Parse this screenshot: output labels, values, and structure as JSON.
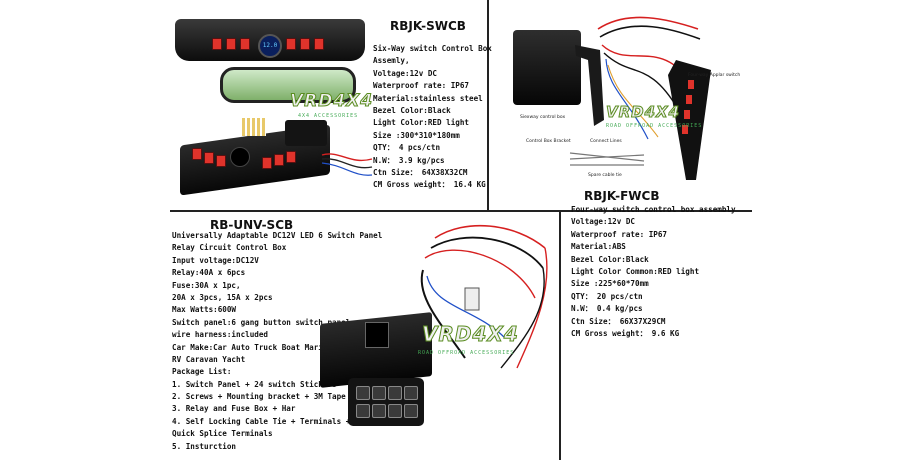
{
  "rbjk_swcb": {
    "title": "RBJK-SWCB",
    "specs": [
      "Six-Way switch Control Box",
      "Assemly,",
      "Voltage:12v DC",
      "Waterproof rate: IP67",
      "Material:stainless steel",
      "Bezel Color:Black",
      "Light Color:RED light",
      "Size :300*310*180mm",
      "QTY： 4 pcs/ctn",
      "N.W： 3.9 kg/pcs",
      "Ctn Size： 64X38X32CM",
      "CM Gross weight： 16.4 KG"
    ],
    "watermark": "VRD4X4",
    "watermark_sub": "4X4 ACCESSORIES"
  },
  "rbjk_fwcb": {
    "title": "RBJK-FWCB",
    "specs": [
      "Four-way switch control box assembly",
      "Voltage:12v DC",
      "Waterproof rate: IP67",
      "Material:ABS",
      "Bezel Color:Black",
      "Light Color Common:RED light",
      "Size :225*60*70mm",
      "QTY： 20 pcs/ctn",
      "N.W： 0.4 kg/pcs",
      "Ctn Size： 66X37X29CM",
      "CM Gross weight： 9.6 KG"
    ],
    "watermark": "VRD4X4",
    "watermark_sub": "ROAD OFFROAD ACCESSORIES",
    "labels": {
      "control_box": "Siexway control box",
      "bracket": "Control Box Bracket",
      "connect_lines": "Connect Lines",
      "cable_tie": "Spare cable tie",
      "pillar": "Four-way Applar switch"
    }
  },
  "rb_unv_scb": {
    "title": "RB-UNV-SCB",
    "specs": [
      "Universally Adaptable DC12V LED 6 Switch Panel",
      "Relay Circuit Control Box",
      "Input voltage:DC12V",
      "Relay:40A x 6pcs",
      "Fuse:30A x 1pc,",
      "20A x 3pcs, 15A x 2pcs",
      "Max Watts:600W",
      "Switch panel:6 gang button switch panel",
      "wire harness:included",
      "Car Make:Car Auto Truck Boat Marine",
      "RV Caravan Yacht",
      "Package List:",
      "1. Switch Panel + 24 switch Stickers",
      "2. Screws + Mounting bracket + 3M Tape",
      "3. Relay and Fuse Box + Har",
      "4. Self Locking Cable Tie + Terminals +",
      "Quick Splice Terminals",
      "5. Insturction"
    ],
    "watermark": "VRD4X4",
    "watermark_sub": "ROAD OFFROAD ACCESSORIES"
  },
  "display": {
    "voltage_readout": "12.0"
  },
  "colors": {
    "switch_red": "#e0332b",
    "watermark_green": "#5a8c20",
    "wire_red": "#d62020",
    "wire_blue": "#2050c8"
  }
}
